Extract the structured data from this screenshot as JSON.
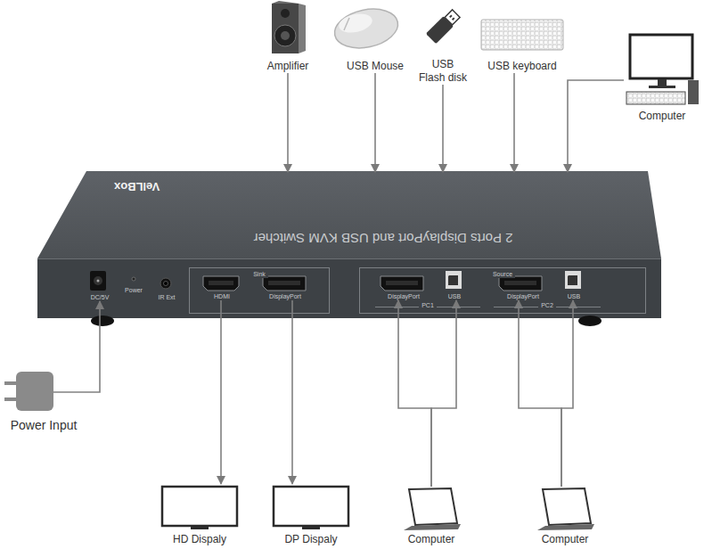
{
  "diagram": {
    "nodes": [
      {
        "text": [
          "Amplifier"
        ]
      },
      {
        "text": [
          "USB Mouse"
        ]
      },
      {
        "text": [
          "USB Flash disk"
        ]
      },
      {
        "text": [
          "USB keyboard"
        ]
      },
      {
        "text": [
          "Computer"
        ]
      },
      {
        "text": [
          "VelLBox",
          "2 Ports DisplayPort and USB KVM Switcher"
        ]
      },
      {
        "text": [
          "DC/5V"
        ],
        "in": 5
      },
      {
        "text": [
          "Power"
        ],
        "in": 5
      },
      {
        "text": [
          "IR Ext"
        ],
        "in": 5
      },
      {
        "text": [
          "Sink"
        ],
        "in": 5
      },
      {
        "text": [
          "HDMI"
        ],
        "in": 9
      },
      {
        "text": [
          "DisplayPort"
        ],
        "in": 9
      },
      {
        "text": [
          "Source"
        ],
        "in": 5
      },
      {
        "text": [
          "PC1"
        ],
        "in": 12
      },
      {
        "text": [
          "DisplayPort"
        ],
        "in": 13
      },
      {
        "text": [
          "USB"
        ],
        "in": 13
      },
      {
        "text": [
          "PC2"
        ],
        "in": 12
      },
      {
        "text": [
          "DisplayPort"
        ],
        "in": 16
      },
      {
        "text": [
          "USB"
        ],
        "in": 16
      },
      {
        "text": [
          "Power Input"
        ]
      },
      {
        "text": [
          "HD Dispaly"
        ]
      },
      {
        "text": [
          "DP Dispaly"
        ]
      },
      {
        "text": [
          "Computer"
        ]
      },
      {
        "text": [
          "Computer"
        ]
      }
    ],
    "edges": [
      {
        "from": 0,
        "to": 5,
        "arrow": "to"
      },
      {
        "from": 1,
        "to": 5,
        "arrow": "to"
      },
      {
        "from": 2,
        "to": 5,
        "arrow": "to"
      },
      {
        "from": 3,
        "to": 5,
        "arrow": "to"
      },
      {
        "from": 4,
        "to": 5,
        "arrow": "to"
      },
      {
        "from": 19,
        "to": 6,
        "arrow": "to"
      },
      {
        "from": 10,
        "to": 20,
        "arrow": "to"
      },
      {
        "from": 11,
        "to": 21,
        "arrow": "to"
      },
      {
        "from": 22,
        "to": 14,
        "arrow": "to"
      },
      {
        "from": 22,
        "to": 15,
        "arrow": "to"
      },
      {
        "from": 23,
        "to": 17,
        "arrow": "to"
      },
      {
        "from": 23,
        "to": 18,
        "arrow": "to"
      }
    ]
  }
}
